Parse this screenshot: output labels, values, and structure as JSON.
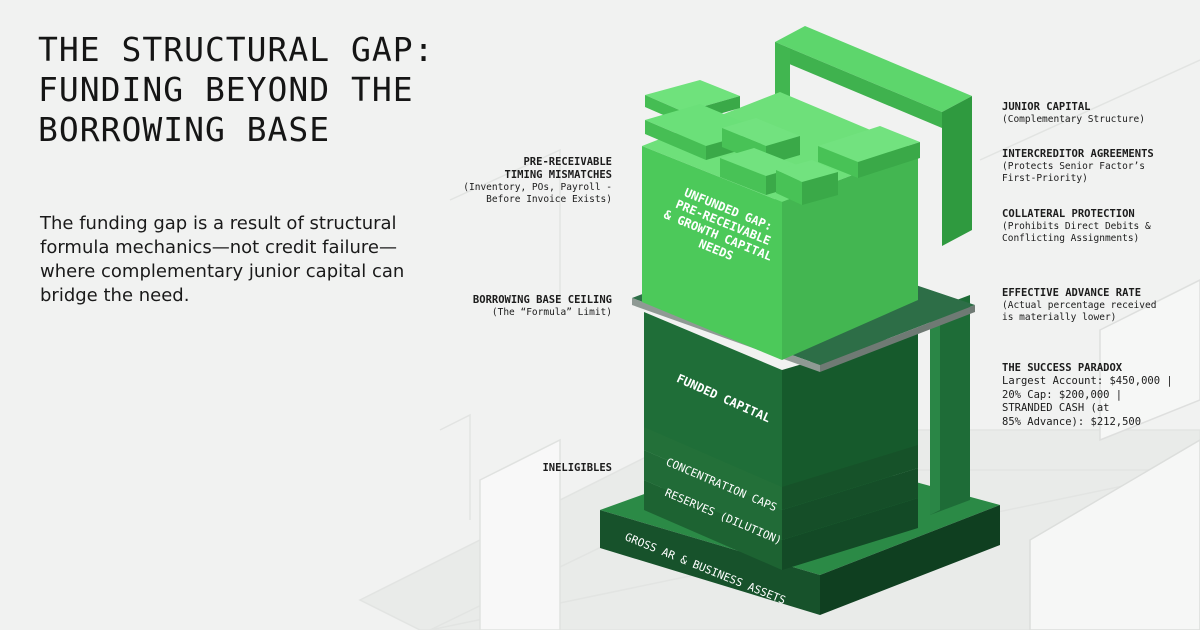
{
  "title": [
    "THE STRUCTURAL GAP:",
    "FUNDING BEYOND THE",
    "BORROWING BASE"
  ],
  "intro": "The funding gap is a result of structural formula mechanics—not credit failure—where complementary junior capital can bridge the need.",
  "colors": {
    "bright_green": "#4cc95a",
    "dark_green": "#1f6e38",
    "base_green": "#17522b",
    "background": "#f1f2f1"
  },
  "labels_left": {
    "pre_receivable": {
      "heading": [
        "PRE-RECEIVABLE",
        "TIMING MISMATCHES"
      ],
      "sub": [
        "(Inventory, POs, Payroll -",
        "Before Invoice Exists)"
      ]
    },
    "borrowing_base_ceiling": {
      "heading": [
        "BORROWING BASE CEILING"
      ],
      "sub": [
        "(The “Formula” Limit)"
      ]
    },
    "ineligibles": {
      "heading": [
        "INELIGIBLES"
      ],
      "sub": []
    }
  },
  "labels_right": {
    "junior_capital": {
      "heading": [
        "JUNIOR CAPITAL"
      ],
      "sub": [
        "(Complementary Structure)"
      ]
    },
    "intercreditor": {
      "heading": [
        "INTERCREDITOR AGREEMENTS"
      ],
      "sub": [
        "(Protects Senior Factor’s",
        "First-Priority)"
      ]
    },
    "collateral": {
      "heading": [
        "COLLATERAL PROTECTION"
      ],
      "sub": [
        "(Prohibits Direct Debits &",
        "Conflicting Assignments)"
      ]
    },
    "advance_rate": {
      "heading": [
        "EFFECTIVE ADVANCE RATE"
      ],
      "sub": [
        "(Actual percentage received",
        "is materially lower)"
      ]
    },
    "success_paradox": {
      "heading": [
        "THE SUCCESS PARADOX"
      ],
      "sub": [
        "Largest Account: $450,000 |",
        "20% Cap: $200,000 |",
        "STRANDED CASH (at",
        "85% Advance): $212,500"
      ]
    }
  },
  "tower": {
    "unfunded_gap": [
      "UNFUNDED GAP:",
      "PRE-RECEIVABLE",
      "& GROWTH CAPITAL",
      "NEEDS"
    ],
    "funded_capital": "FUNDED CAPITAL",
    "concentration_caps": "CONCENTRATION CAPS",
    "reserves": "RESERVES (DILUTION)",
    "gross_ar": "GROSS AR & BUSINESS ASSETS"
  }
}
